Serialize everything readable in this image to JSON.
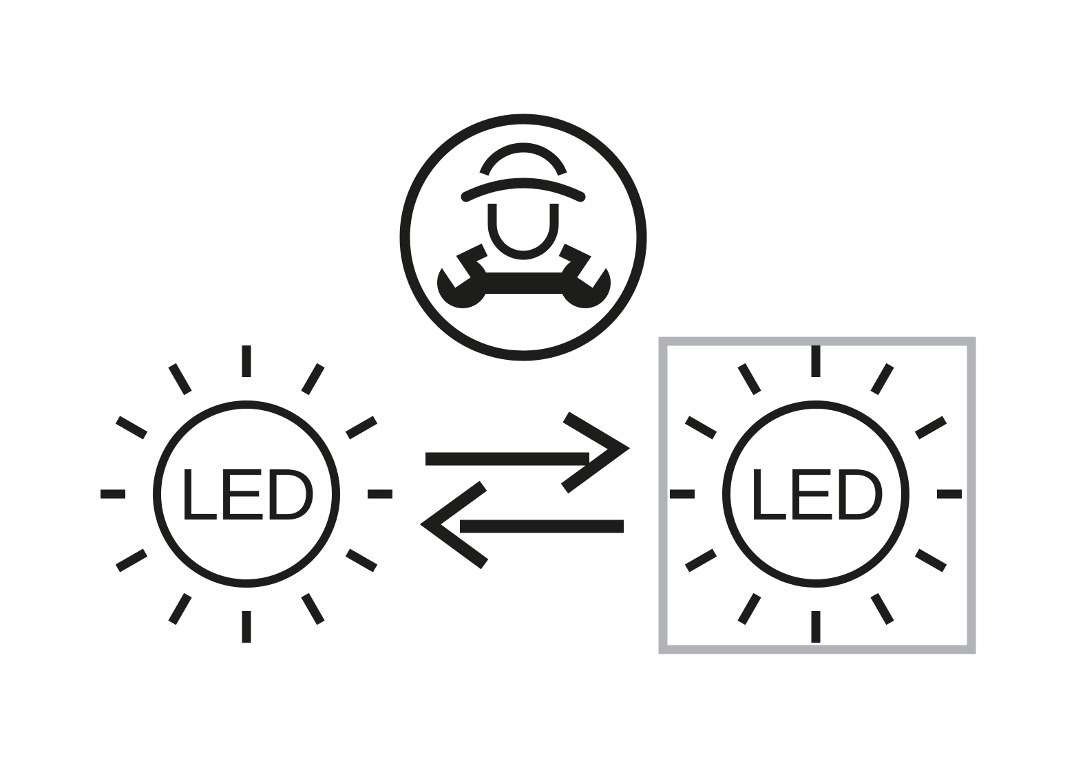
{
  "diagram": {
    "background_color": "#ffffff",
    "ink_color": "#1d1d1b",
    "frame_color": "#b1b3b6",
    "technician_badge": {
      "icon": "technician-with-wrench-icon"
    },
    "exchange": {
      "icon": "exchange-arrows-icon",
      "directions": [
        "right",
        "left"
      ]
    },
    "source_led": {
      "icon": "led-sun-symbol",
      "label": "LED"
    },
    "replacement_led": {
      "icon": "led-sun-symbol-framed",
      "label": "LED"
    }
  }
}
